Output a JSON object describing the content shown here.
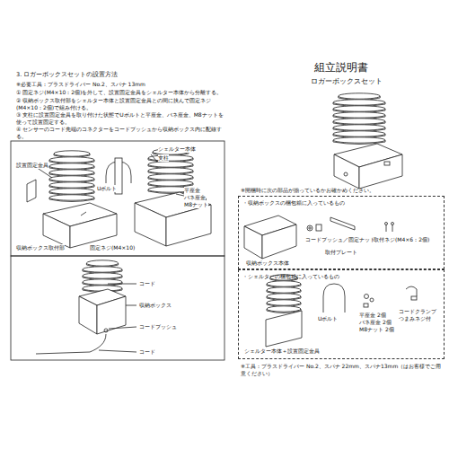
{
  "diagram": {
    "title": "組立説明書",
    "nodes": [
      {
        "text": [
          "・収納ボックスの梱包箱に入っているもの",
          "収納ボックス本体",
          "コードブッシュ／固定ナット",
          "取付プレート",
          "取付ネジ(M4×6：2個)"
        ]
      },
      {
        "text": [
          "・シェルターの梱包箱に入っているもの",
          "シェルター本体＋設置固定金具",
          "Uボルト",
          "平座金 2個",
          "バネ座金 2個",
          "M8ナット 2個",
          "コードクランプ つまみネジ付"
        ]
      }
    ],
    "labels": [
      "3. ロガーボックスセットの設置方法",
      "※必要工具：プラスドライバー No.2、スパナ 13mm",
      "① 固定ネジ(M4×10：2個)を外して、設置固定金具をシェルター本体から分離する。",
      "② 収納ボックス取付部をシェルター本体と設置固定金具との間に挟んで固定ネジ(M4×10：2個)で組み付ける。",
      "③ 支柱に設置固定金具を取り付けた状態でUボルトと平座金、バネ座金、M8ナットを使って設置固定する。",
      "④ センサーのコード先端のコネクターをコードブッシュから収納ボックス内に配線する。",
      "シェルター本体",
      "支柱",
      "設置固定金具",
      "平座金",
      "バネ座金",
      "M8ナット",
      "Uボルト",
      "収納ボックス取付部",
      "固定ネジ(M4×10)",
      "コード",
      "収納ボックス",
      "コードブッシュ",
      "コード",
      "ロガーボックスセット",
      "※開梱時に次の部品が揃っているかお確かめください。",
      "※工具：プラスドライバー No.2、スパナ 22mm、スパナ13mm（はお客様でご用意ください）"
    ]
  }
}
